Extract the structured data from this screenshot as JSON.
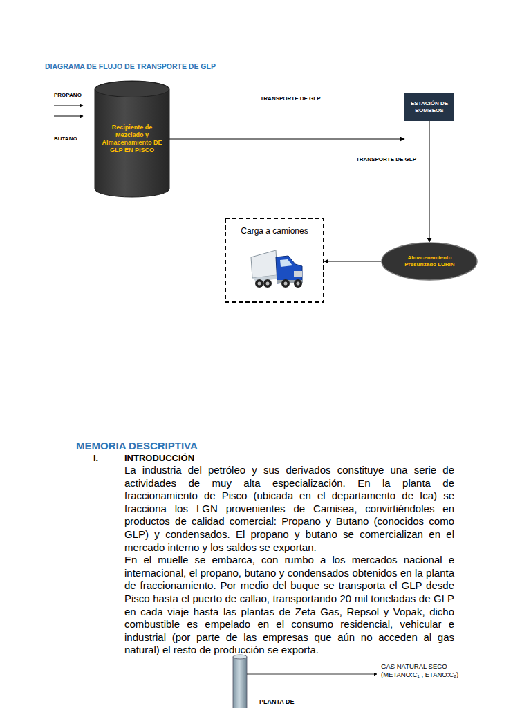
{
  "diagram": {
    "title": "DIAGRAMA DE FLUJO DE TRANSPORTE DE GLP",
    "nodes": [
      {
        "text": [
          "Recipiente de Mezclado y Almacenamiento  DE GLP EN PISCO"
        ]
      },
      {
        "text": [
          "ESTACIÓN DE BOMBEOS"
        ]
      },
      {
        "text": [
          "Almacenamiento Presurizado LURIN"
        ]
      },
      {
        "text": [
          "Carga a camiones"
        ]
      }
    ],
    "edges": [
      {
        "from": 0,
        "to": 1,
        "label": "TRANSPORTE DE GLP",
        "arrow": "to"
      },
      {
        "from": 1,
        "to": 2,
        "label": "TRANSPORTE DE GLP",
        "arrow": "to"
      },
      {
        "from": 2,
        "to": 3,
        "arrow": "to"
      }
    ],
    "labels": [
      "PROPANO",
      "BUTANO",
      "MEMORIA DESCRIPTIVA",
      "I.",
      "INTRODUCCIÓN",
      "La industria del petróleo y sus derivados constituye una serie de actividades de muy alta especialización. En la planta de fraccionamiento de Pisco (ubicada en el departamento de Ica) se fracciona los LGN provenientes de Camisea, convirtiéndoles en productos de calidad comercial: Propano y Butano (conocidos como GLP) y condensados. El propano y butano se comercializan en el mercado interno y los saldos se exportan.",
      "En el muelle se embarca, con rumbo a los mercados nacional e internacional, el propano, butano y condensados obtenidos en la planta de fraccionamiento. Por medio del buque se transporta el GLP desde Pisco hasta el puerto de callao, transportando 20 mil toneladas de GLP en cada viaje hasta las plantas de Zeta Gas, Repsol y Vopak, dicho combustible es empelado en el consumo residencial, vehicular e industrial (por parte de las empresas que aún no acceden al gas natural) el resto de producción se exporta.",
      "GAS NATURAL SECO (METANO:C₁ , ETANO:C₂)",
      "PLANTA DE"
    ]
  }
}
